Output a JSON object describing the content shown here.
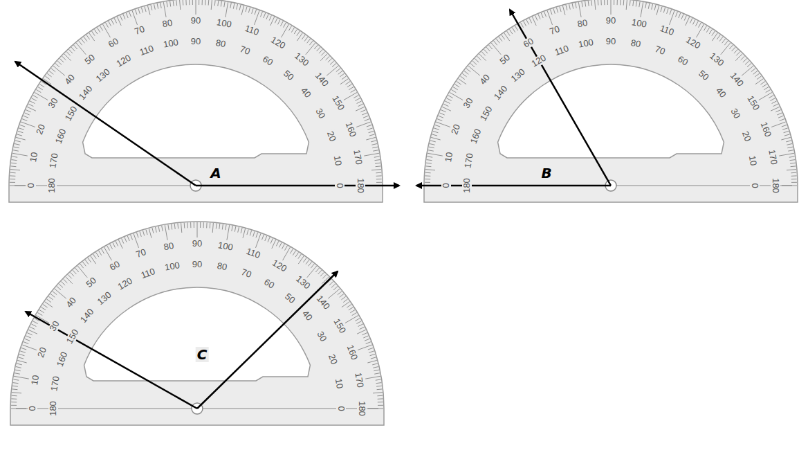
{
  "diagram": {
    "labels": [
      "0",
      "10",
      "20",
      "30",
      "40",
      "50",
      "60",
      "70",
      "80",
      "90",
      "100",
      "110",
      "120",
      "130",
      "140",
      "150",
      "160",
      "170",
      "180",
      "180",
      "170",
      "160",
      "150",
      "140",
      "130",
      "120",
      "110",
      "100",
      "90",
      "80",
      "70",
      "60",
      "50",
      "40",
      "30",
      "20",
      "10",
      "0",
      "A",
      "0",
      "10",
      "20",
      "30",
      "40",
      "50",
      "60",
      "70",
      "80",
      "90",
      "100",
      "110",
      "120",
      "130",
      "140",
      "150",
      "160",
      "170",
      "180",
      "180",
      "170",
      "160",
      "150",
      "140",
      "130",
      "120",
      "110",
      "100",
      "90",
      "80",
      "70",
      "60",
      "50",
      "40",
      "30",
      "20",
      "10",
      "0",
      "B",
      "0",
      "10",
      "20",
      "30",
      "40",
      "50",
      "60",
      "70",
      "80",
      "90",
      "100",
      "110",
      "120",
      "130",
      "140",
      "150",
      "160",
      "170",
      "180",
      "180",
      "170",
      "160",
      "150",
      "140",
      "130",
      "120",
      "110",
      "100",
      "90",
      "80",
      "70",
      "60",
      "50",
      "40",
      "30",
      "20",
      "10",
      "0",
      "C"
    ]
  }
}
